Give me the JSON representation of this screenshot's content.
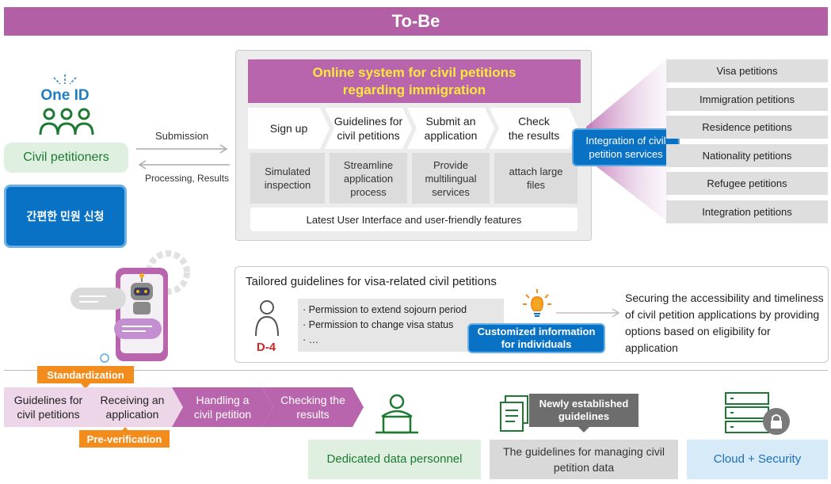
{
  "header": {
    "title": "To-Be"
  },
  "left": {
    "one_id": "One ID",
    "civil_petitioners": "Civil petitioners",
    "simple_apply": "간편한 민원 신청"
  },
  "flow": {
    "submission": "Submission",
    "processing": "Processing, Results"
  },
  "system": {
    "title_line1": "Online system for civil petitions",
    "title_line2": "regarding immigration",
    "steps": [
      {
        "line1": "Sign up",
        "line2": ""
      },
      {
        "line1": "Guidelines for",
        "line2": "civil petitions"
      },
      {
        "line1": "Submit an",
        "line2": "application"
      },
      {
        "line1": "Check",
        "line2": "the results"
      }
    ],
    "features": [
      {
        "line1": "Simulated",
        "line2": "inspection",
        "line3": ""
      },
      {
        "line1": "Streamline",
        "line2": "application",
        "line3": "process"
      },
      {
        "line1": "Provide",
        "line2": "multilingual",
        "line3": "services"
      },
      {
        "line1": "attach large",
        "line2": "files",
        "line3": ""
      }
    ],
    "ui_bar": "Latest User Interface and user-friendly features"
  },
  "integration": {
    "badge_line1": "Integration of civil",
    "badge_line2": "petition services",
    "petitions": [
      "Visa petitions",
      "Immigration petitions",
      "Residence petitions",
      "Nationality petitions",
      "Refugee petitions",
      "Integration petitions"
    ]
  },
  "tailored": {
    "title": "Tailored guidelines for visa-related civil petitions",
    "visa_code": "D-4",
    "permissions": [
      "· Permission to extend sojourn period",
      "· Permission to change visa status",
      "· …"
    ],
    "custom_info_line1": "Customized information",
    "custom_info_line2": "for individuals",
    "securing_text": "Securing the accessibility and timeliness of civil petition applications by providing options based on eligibility for application"
  },
  "process": {
    "standardization": "Standardization",
    "pre_verification": "Pre-verification",
    "steps": [
      {
        "line1": "Guidelines for",
        "line2": "civil petitions"
      },
      {
        "line1": "Receiving an",
        "line2": "application"
      },
      {
        "line1": "Handling a",
        "line2": "civil petition"
      },
      {
        "line1": "Checking the",
        "line2": "results"
      }
    ]
  },
  "bottom": {
    "dedicated": "Dedicated data personnel",
    "newly_line1": "Newly established",
    "newly_line2": "guidelines",
    "guidelines_line1": "The guidelines for managing civil",
    "guidelines_line2": "petition data",
    "cloud": "Cloud + Security"
  },
  "colors": {
    "purple": "#b25fa5",
    "blue": "#0a72c4",
    "green_text": "#1e7a33",
    "orange": "#f28c1c",
    "red": "#cc2a2a"
  }
}
